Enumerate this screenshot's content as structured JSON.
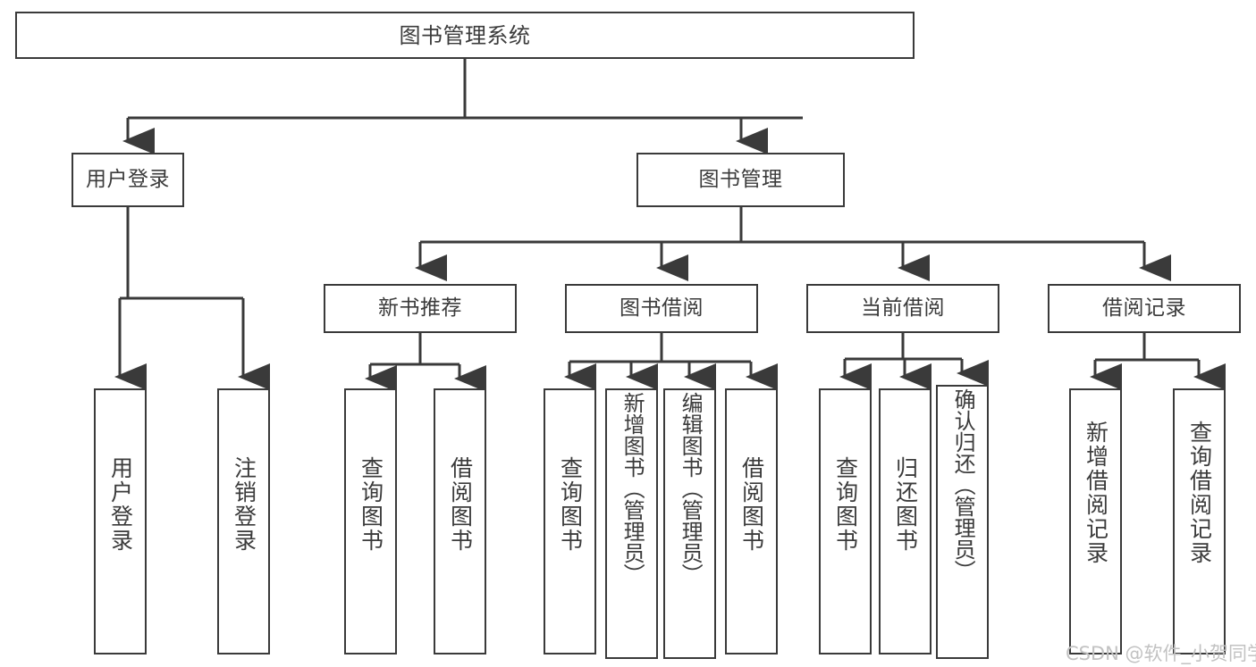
{
  "diagram": {
    "type": "tree",
    "title": "图书管理系统",
    "orientation": "top-down",
    "colors": {
      "box_border": "#3a3a3a",
      "box_fill": "#ffffff",
      "connector": "#3a3a3a",
      "text": "#3b3b3b",
      "watermark": "#c2c2c2"
    }
  },
  "watermark": {
    "text": "CSDN @软件_小贺同学"
  },
  "nodes": {
    "root": {
      "label": "图书管理系统"
    },
    "level2": [
      {
        "id": "user-login",
        "label": "用户登录"
      },
      {
        "id": "book-manage",
        "label": "图书管理"
      }
    ],
    "level3": [
      {
        "id": "new-book-recommend",
        "label": "新书推荐"
      },
      {
        "id": "book-borrow",
        "label": "图书借阅"
      },
      {
        "id": "current-borrow",
        "label": "当前借阅"
      },
      {
        "id": "borrow-record",
        "label": "借阅记录"
      }
    ],
    "leaves": {
      "user-login": [
        {
          "id": "leaf-user-login",
          "label": "用户登录"
        },
        {
          "id": "leaf-logout-login",
          "label": "注销登录"
        }
      ],
      "new-book-recommend": [
        {
          "id": "leaf-query-book-1",
          "label": "查询图书"
        },
        {
          "id": "leaf-borrow-book-1",
          "label": "借阅图书"
        }
      ],
      "book-borrow": [
        {
          "id": "leaf-query-book-2",
          "label": "查询图书"
        },
        {
          "id": "leaf-add-book",
          "label": "新增图书（管理员）"
        },
        {
          "id": "leaf-edit-book",
          "label": "编辑图书（管理员）"
        },
        {
          "id": "leaf-borrow-book-2",
          "label": "借阅图书"
        }
      ],
      "current-borrow": [
        {
          "id": "leaf-query-book-3",
          "label": "查询图书"
        },
        {
          "id": "leaf-return-book",
          "label": "归还图书"
        },
        {
          "id": "leaf-confirm-return",
          "label": "确认归还（管理员）"
        }
      ],
      "borrow-record": [
        {
          "id": "leaf-add-record",
          "label": "新增借阅记录"
        },
        {
          "id": "leaf-query-record",
          "label": "查询借阅记录"
        }
      ]
    }
  }
}
